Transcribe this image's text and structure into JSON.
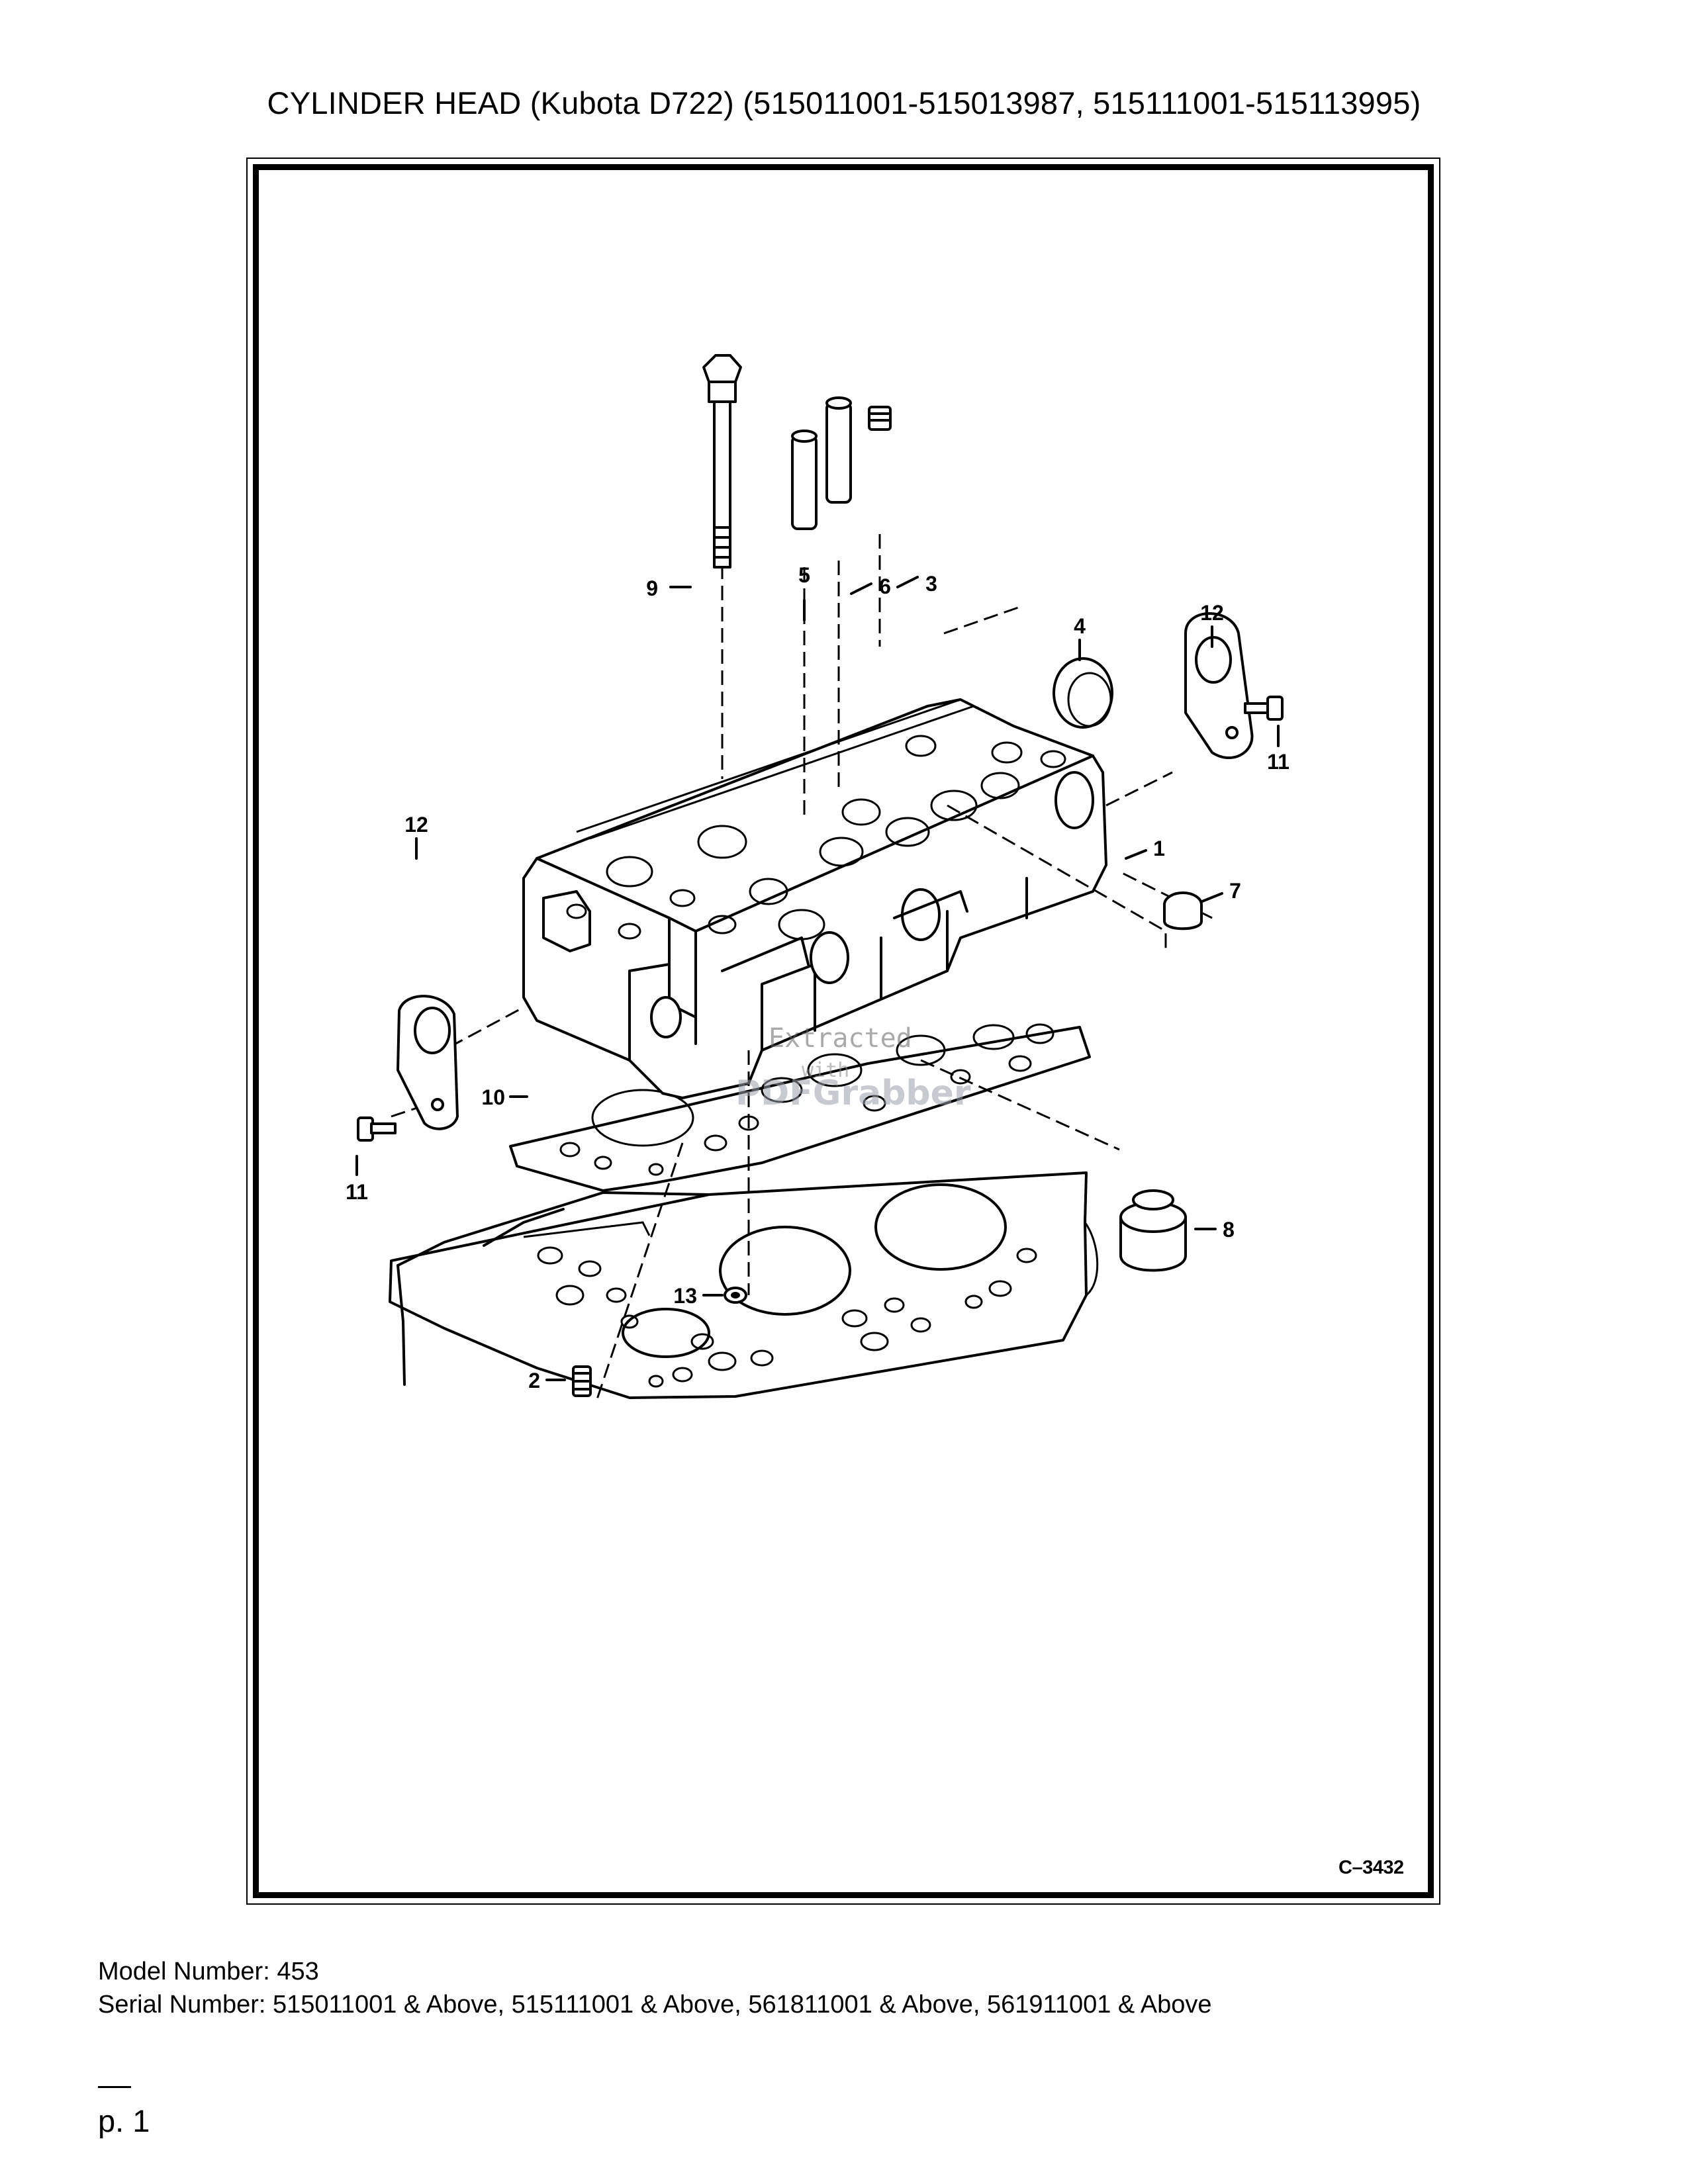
{
  "document": {
    "title": "CYLINDER HEAD (Kubota D722) (515011001-515013987, 515111001-515113995)",
    "figure_code": "C–3432",
    "model_line": "Model Number: 453",
    "serial_line": "Serial Number: 515011001 & Above, 515111001 & Above, 561811001 & Above, 561911001 & Above",
    "page_label": "p. 1"
  },
  "callouts": {
    "c1": "1",
    "c2": "2",
    "c3": "3",
    "c4": "4",
    "c5": "5",
    "c6": "6",
    "c7": "7",
    "c8": "8",
    "c9": "9",
    "c10": "10",
    "c11_left": "11",
    "c11_right": "11",
    "c12_left": "12",
    "c12_right": "12",
    "c13": "13"
  },
  "watermark": {
    "line1": "Extracted",
    "line2": "with",
    "line3": "PDFGrabber"
  }
}
